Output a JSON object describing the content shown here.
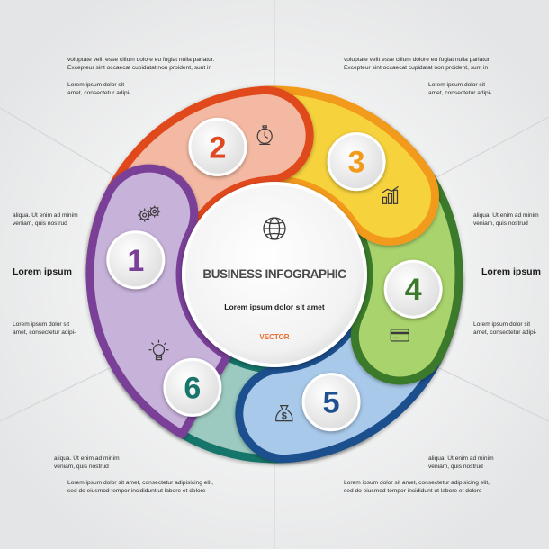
{
  "title": "BUSINESS INFOGRAPHIC",
  "subtitle": "Lorem ipsum dolor sit amet",
  "tag": "VECTOR",
  "left_title": "Lorem ipsum",
  "right_title": "Lorem ipsum",
  "texts": {
    "top_left_a": [
      "voluptate velit esse cillum dolore eu fugiat nulla pariatur.",
      "Excepteur sint occaecat cupidatat non proident, sunt in"
    ],
    "top_left_b": [
      "Lorem ipsum dolor sit",
      "amet, consectetur adipi-"
    ],
    "top_right_a": [
      "voluptate velit esse cillum dolore eu fugiat nulla pariatur.",
      "Excepteur sint occaecat cupidatat non proident, sunt in"
    ],
    "top_right_b": [
      "Lorem ipsum dolor sit",
      "amet, consectetur adipi-"
    ],
    "mid_left_a": [
      "aliqua. Ut enim ad minim",
      "veniam, quis nostrud"
    ],
    "mid_right_a": [
      "aliqua. Ut enim ad minim",
      "veniam, quis nostrud"
    ],
    "mid_left_b": [
      "Lorem ipsum dolor sit",
      "amet, consectetur adipi-"
    ],
    "mid_right_b": [
      "Lorem ipsum dolor sit",
      "amet, consectetur adipi-"
    ],
    "bot_left_a": [
      "aliqua. Ut enim ad minim",
      "veniam, quis nostrud"
    ],
    "bot_right_a": [
      "aliqua. Ut enim ad minim",
      "veniam, quis nostrud"
    ],
    "bot_left_b": [
      "Lorem ipsum dolor sit amet, consectetur adipisicing elit,",
      "sed do eiusmod tempor incididunt ut labore et dolore"
    ],
    "bot_right_b": [
      "Lorem ipsum dolor sit amet, consectetur adipisicing elit,",
      "sed do eiusmod tempor incididunt ut labore et dolore"
    ]
  },
  "segments": [
    {
      "number": "1",
      "icon": "lightbulb-icon",
      "color": "#c7b2d9",
      "border": "#7a3f98",
      "num_color": "#7a3f98"
    },
    {
      "number": "2",
      "icon": "gears-icon",
      "color": "#f4b9a3",
      "border": "#e0481f",
      "num_color": "#e0481f"
    },
    {
      "number": "3",
      "icon": "stopwatch-icon",
      "color": "#f6d23d",
      "border": "#f29a1a",
      "num_color": "#f29a1a"
    },
    {
      "number": "4",
      "icon": "bar-chart-icon",
      "color": "#a9d36c",
      "border": "#3b7a2a",
      "num_color": "#3b7a2a"
    },
    {
      "number": "5",
      "icon": "credit-card-icon",
      "color": "#a8c9e9",
      "border": "#1f4f8e",
      "num_color": "#1f4f8e"
    },
    {
      "number": "6",
      "icon": "money-bag-icon",
      "color": "#9ccac0",
      "border": "#18756b",
      "num_color": "#18756b"
    }
  ],
  "center_icon": "globe-icon"
}
